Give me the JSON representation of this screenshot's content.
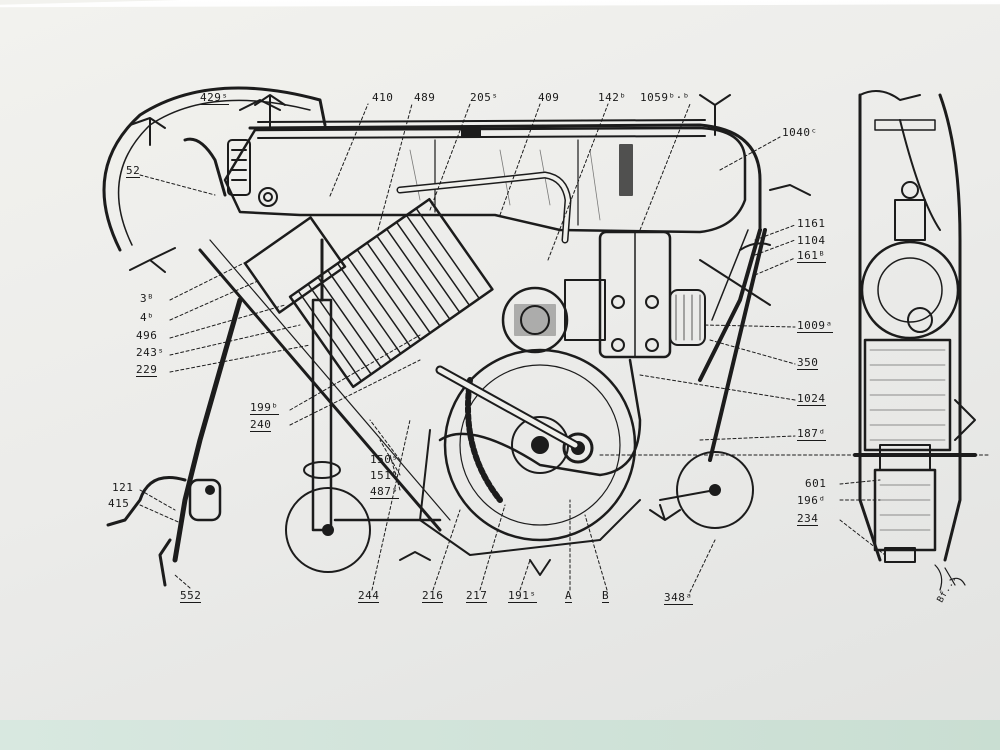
{
  "labels": {
    "l429": "429ˢ",
    "l410": "410",
    "l489": "489",
    "l205": "205ˢ",
    "l409": "409",
    "l142": "142ᵇ",
    "l1059": "1059ᵇ·ᵇ",
    "l1040": "1040ᶜ",
    "l52": "52",
    "l1161": "1161",
    "l1104": "1104",
    "l161": "161ᴮ",
    "l3": "3ᴮ",
    "l4": "4ᵇ",
    "l496": "496",
    "l243": "243ˢ",
    "l229": "229",
    "l1009": "1009ᵃ",
    "l350": "350",
    "l199": "199ᵇ",
    "l240": "240",
    "l1024": "1024",
    "l187": "187ᵈ",
    "l150": "150ˢ",
    "l151": "151ᵇ",
    "l487": "487ˢ",
    "l121": "121",
    "l415": "415",
    "l601": "601",
    "l196": "196ᵈ",
    "l234": "234",
    "l552": "552",
    "l244": "244",
    "l216": "216",
    "l217": "217",
    "l191": "191ˢ",
    "lA": "A",
    "lB": "B",
    "l348": "348ᵃ"
  },
  "signature": "Bf..."
}
